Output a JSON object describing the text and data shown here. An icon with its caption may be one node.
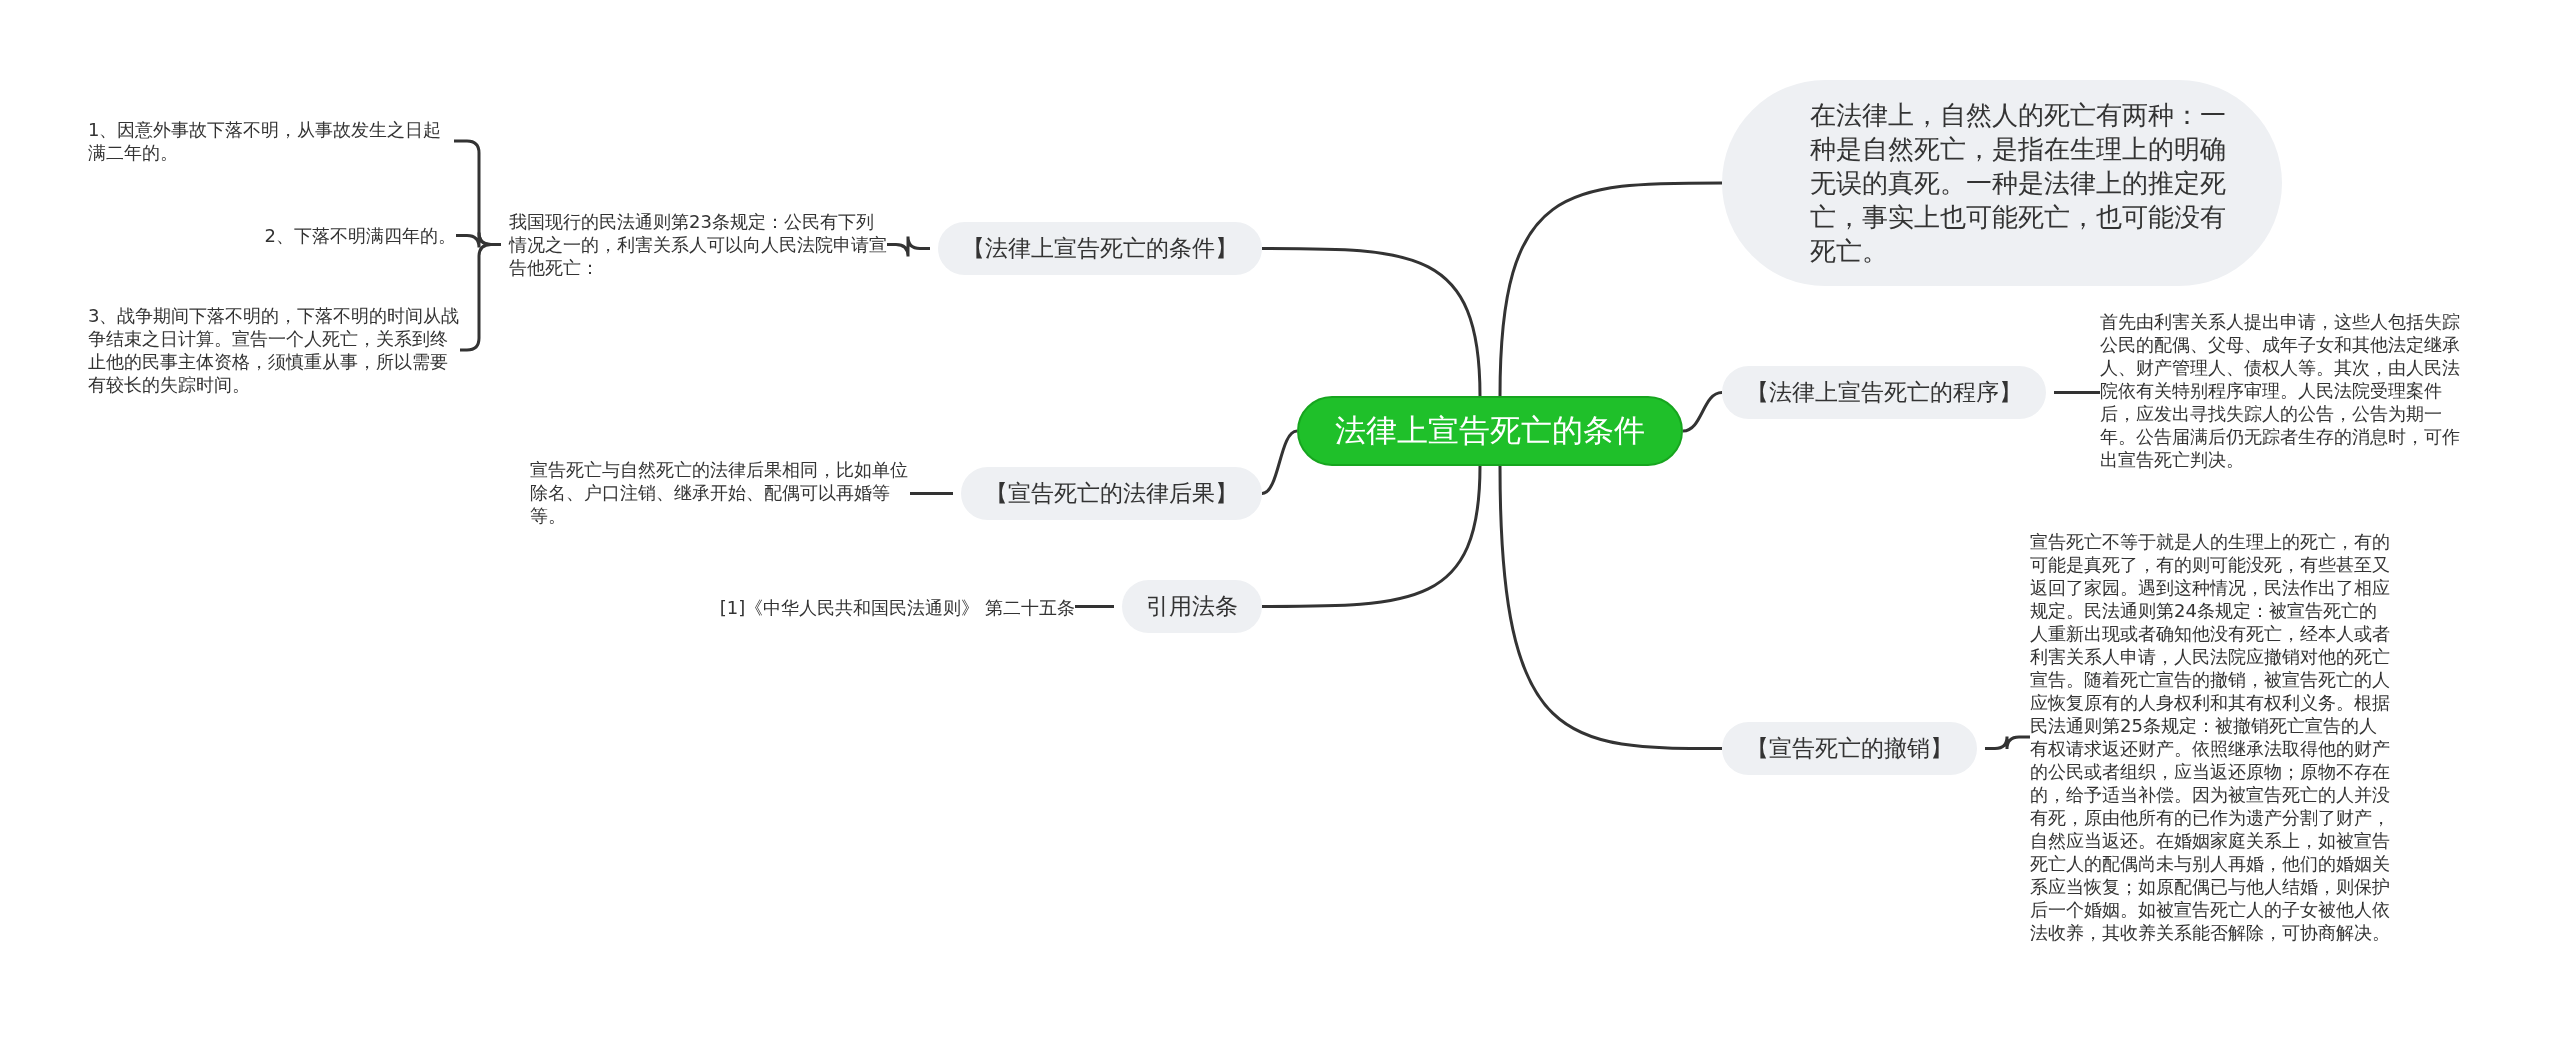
{
  "diagram": {
    "nodes": [
      {
        "text": [
          "法律上宣告死亡的条件"
        ]
      },
      {
        "text": [
          "在法律上，自然人的死亡有两种：一种是自然死亡，是指在生理上的明确无误的真死。一种是法律上的推定死亡，事实上也可能死亡，也可能没有死亡。"
        ]
      },
      {
        "text": [
          "【法律上宣告死亡的程序】"
        ]
      },
      {
        "text": [
          "首先由利害关系人提出申请，这些人包括失踪公民的配偶、父母、成年子女和其他法定继承人、财产管理人、债权人等。其次，由人民法院依有关特别程序审理。人民法院受理案件后，应发出寻找失踪人的公告，公告为期一年。公告届满后仍无踪者生存的消息时，可作出宣告死亡判决。"
        ]
      },
      {
        "text": [
          "【宣告死亡的撤销】"
        ]
      },
      {
        "text": [
          "宣告死亡不等于就是人的生理上的死亡，有的可能是真死了，有的则可能没死，有些甚至又返回了家园。遇到这种情况，民法作出了相应规定。民法通则第24条规定：被宣告死亡的人重新出现或者确知他没有死亡，经本人或者利害关系人申请，人民法院应撤销对他的死亡宣告。随着死亡宣告的撤销，被宣告死亡的人应恢复原有的人身权利和其有权利义务。根据民法通则第25条规定：被撤销死亡宣告的人有权请求返还财产。依照继承法取得他的财产的公民或者组织，应当返还原物；原物不存在的，给予适当补偿。因为被宣告死亡的人并没有死，原由他所有的已作为遗产分割了财产，自然应当返还。在婚姻家庭关系上，如被宣告死亡人的配偶尚未与别人再婚，他们的婚姻关系应当恢复；如原配偶已与他人结婚，则保护后一个婚姻。如被宣告死亡人的子女被他人依法收养，其收养关系能否解除，可协商解决。"
        ]
      },
      {
        "text": [
          "【法律上宣告死亡的条件】"
        ]
      },
      {
        "text": [
          "我国现行的民法通则第23条规定：公民有下列情况之一的，利害关系人可以向人民法院申请宣告他死亡："
        ]
      },
      {
        "text": [
          "1、因意外事故下落不明，从事故发生之日起满二年的。"
        ]
      },
      {
        "text": [
          "2、下落不明满四年的。"
        ]
      },
      {
        "text": [
          "3、战争期间下落不明的，下落不明的时间从战争结束之日计算。宣告一个人死亡，关系到终止他的民事主体资格，须慎重从事，所以需要有较长的失踪时间。"
        ]
      },
      {
        "text": [
          "【宣告死亡的法律后果】"
        ]
      },
      {
        "text": [
          "宣告死亡与自然死亡的法律后果相同，比如单位除名、户口注销、继承开始、配偶可以再婚等等。"
        ]
      },
      {
        "text": [
          "引用法条"
        ]
      },
      {
        "text": [
          "[1]《中华人民共和国民法通则》 第二十五条"
        ]
      }
    ],
    "edges": [
      {
        "from": 0,
        "to": 1,
        "arrow": "none"
      },
      {
        "from": 0,
        "to": 2,
        "arrow": "none"
      },
      {
        "from": 2,
        "to": 3,
        "arrow": "none"
      },
      {
        "from": 0,
        "to": 4,
        "arrow": "none"
      },
      {
        "from": 4,
        "to": 5,
        "arrow": "none"
      },
      {
        "from": 0,
        "to": 6,
        "arrow": "none"
      },
      {
        "from": 6,
        "to": 7,
        "arrow": "none"
      },
      {
        "from": 7,
        "to": 8,
        "arrow": "none"
      },
      {
        "from": 7,
        "to": 9,
        "arrow": "none"
      },
      {
        "from": 7,
        "to": 10,
        "arrow": "none"
      },
      {
        "from": 0,
        "to": 11,
        "arrow": "none"
      },
      {
        "from": 11,
        "to": 12,
        "arrow": "none"
      },
      {
        "from": 0,
        "to": 13,
        "arrow": "none"
      },
      {
        "from": 13,
        "to": 14,
        "arrow": "none"
      }
    ]
  }
}
